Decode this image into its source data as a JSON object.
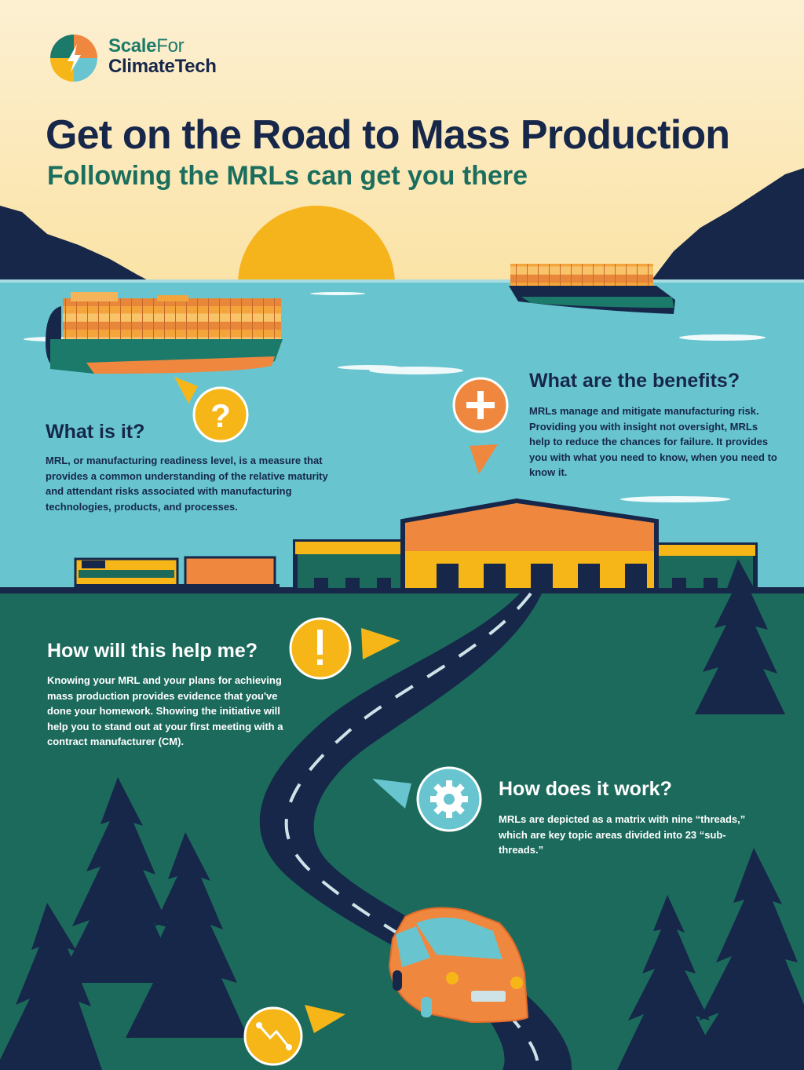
{
  "logo": {
    "line1_bold": "Scale",
    "line1_light": "For",
    "line2": "ClimateTech"
  },
  "title": "Get on the Road to Mass Production",
  "subtitle": "Following the MRLs can get you there",
  "sections": {
    "what": {
      "heading": "What is it?",
      "body": "MRL, or manufacturing readiness level, is a measure that provides a common understanding of the relative maturity and attendant risks associated with manufacturing technologies, products, and processes.",
      "icon": "question-mark-icon"
    },
    "benefits": {
      "heading": "What are the benefits?",
      "body": "MRLs manage and mitigate manufacturing risk. Providing you with insight not oversight, MRLs help to reduce the chances for failure. It provides you with what you need to know, when you need to know it.",
      "icon": "plus-icon"
    },
    "help": {
      "heading": "How will this help me?",
      "body": "Knowing your MRL and your plans for achieving mass production provides evidence that you've done your homework. Showing the initiative will help you to stand out at your first meeting with a contract manufacturer (CM).",
      "icon": "exclamation-icon"
    },
    "work": {
      "heading": "How does it work?",
      "body": "MRLs are depicted as a matrix with nine “threads,” which are key topic areas divided into 23 “sub-threads.”",
      "icon": "gear-icon"
    }
  },
  "bottom_icon": "route-icon",
  "colors": {
    "navy": "#16274a",
    "teal_dark": "#1c6a5c",
    "water": "#68c5cf",
    "sky_top": "#fcefcc",
    "sun": "#f7b41a",
    "orange": "#f0873e",
    "yellow": "#f6b618"
  }
}
